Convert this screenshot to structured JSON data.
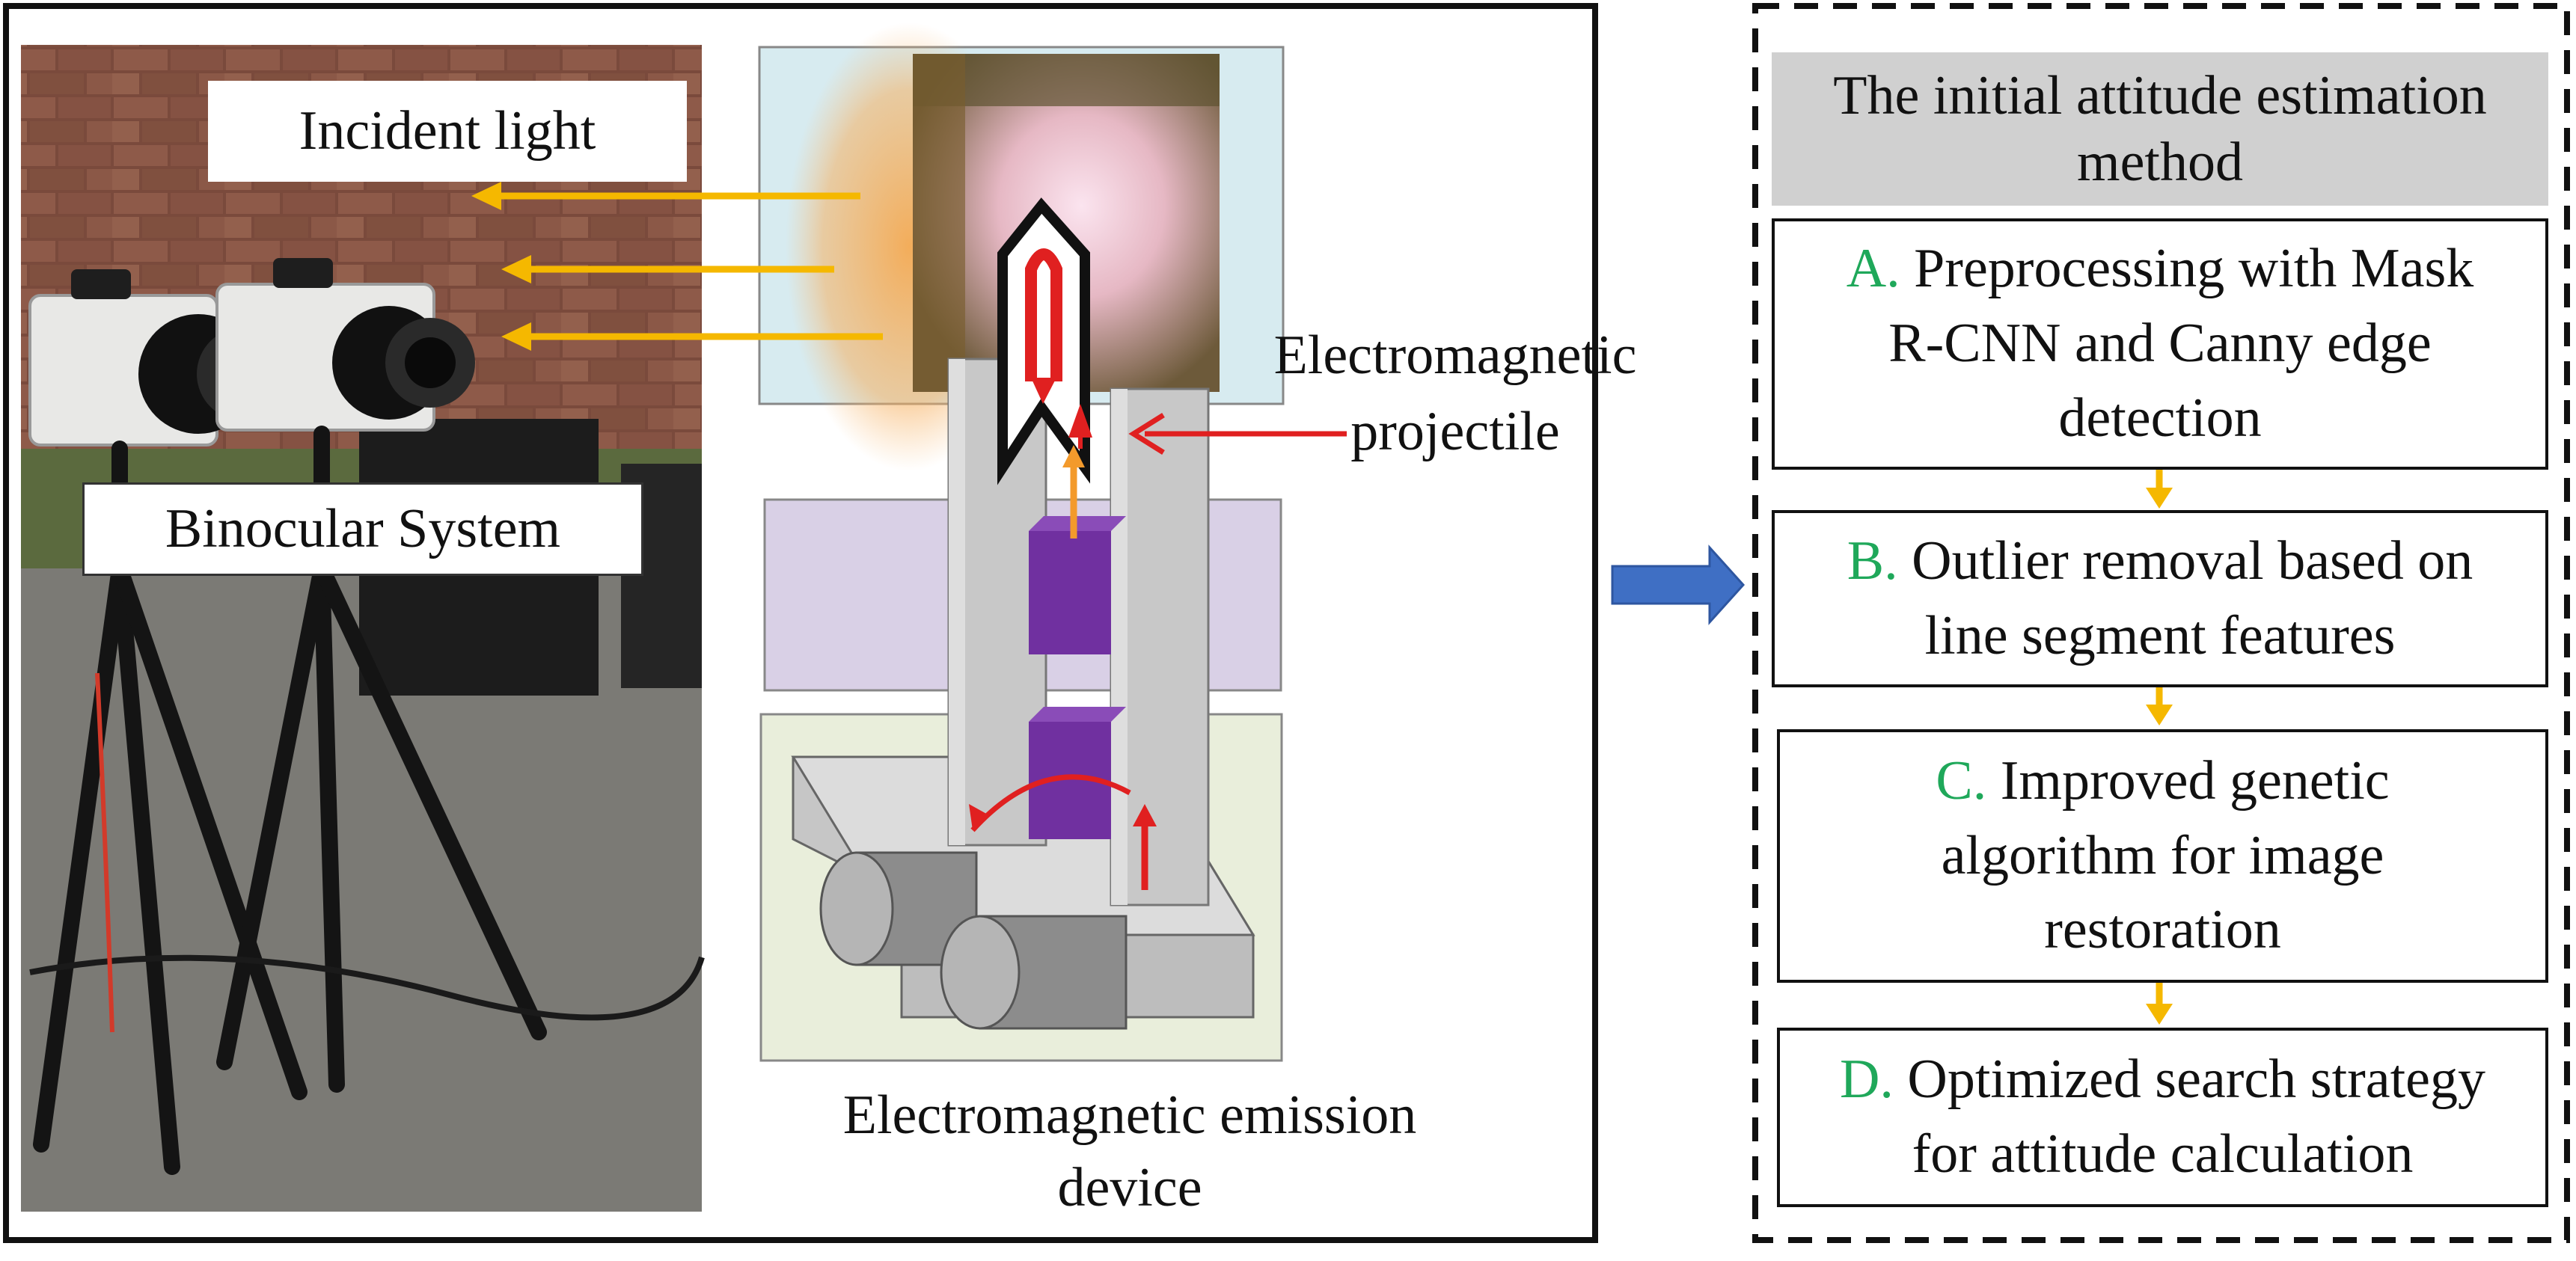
{
  "left_panel": {
    "incident_light_label": "Incident light",
    "binocular_label": "Binocular System",
    "projectile_label_line1": "Electromagnetic",
    "projectile_label_line2": "projectile",
    "device_label_line1": "Electromagnetic emission",
    "device_label_line2": "device"
  },
  "method": {
    "title_line1": "The initial attitude estimation",
    "title_line2": "method",
    "steps": [
      {
        "letter": "A.",
        "line1": "Preprocessing with Mask",
        "line2": "R-CNN and Canny edge",
        "line3": "detection"
      },
      {
        "letter": "B.",
        "line1": "Outlier removal based on",
        "line2": "line segment features"
      },
      {
        "letter": "C.",
        "line1": "Improved genetic",
        "line2": "algorithm for image",
        "line3": "restoration"
      },
      {
        "letter": "D.",
        "line1": "Optimized search strategy",
        "line2": "for attitude calculation"
      }
    ]
  },
  "colors": {
    "arrow_orange": "#f5b800",
    "arrow_red": "#e02020",
    "arrow_blue": "#3f6fc4",
    "step_letter": "#1fa85a",
    "title_fill": "#d0d0d0",
    "top_panel": "#d7ebf0",
    "middle_panel": "#d9d0e6",
    "bottom_panel": "#e9eedb",
    "magnet": "#7030a0"
  }
}
